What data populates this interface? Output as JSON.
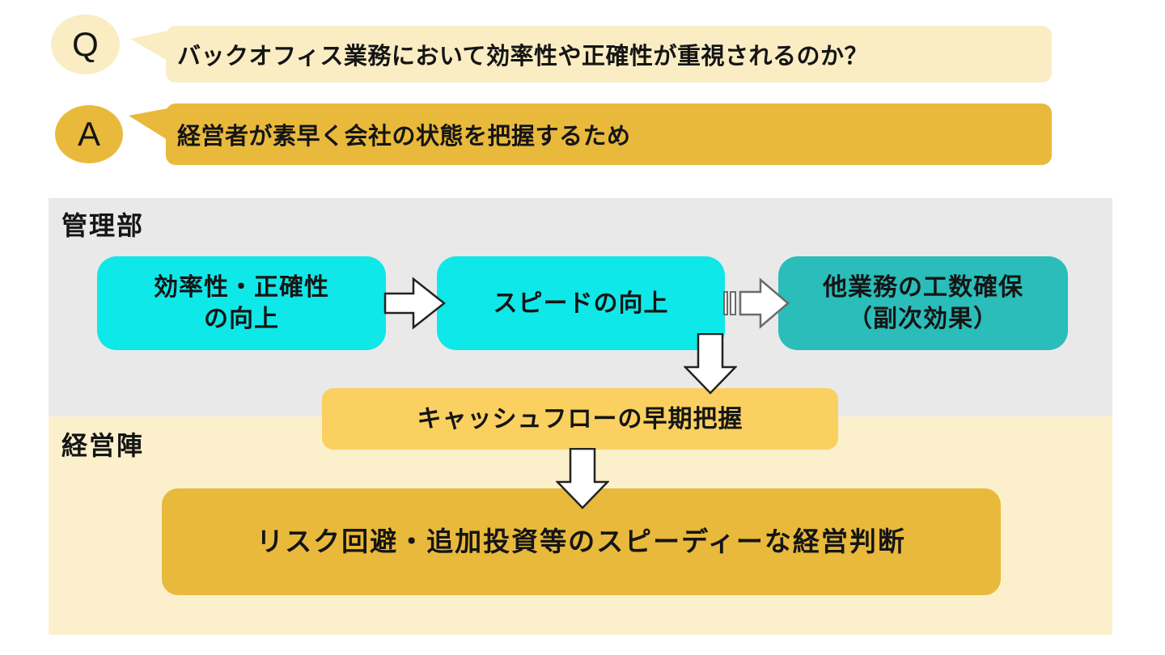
{
  "qa": {
    "q_badge": "Q",
    "q_text": "バックオフィス業務において効率性や正確性が重視されるのか？",
    "a_badge": "A",
    "a_text": "経営者が素早く会社の状態を把握するため"
  },
  "sections": {
    "management_label": "管理部",
    "executive_label": "経営陣"
  },
  "flow": {
    "efficiency_line1": "効率性・正確性",
    "efficiency_line2": "の向上",
    "speed": "スピードの向上",
    "side_effect_line1": "他業務の工数確保",
    "side_effect_line2": "（副次効果）",
    "cashflow": "キャッシュフローの早期把握",
    "decision": "リスク回避・追加投資等のスピーディーな経営判断"
  },
  "colors": {
    "cream": "#FAEDC4",
    "band_yellow": "#FCF0CC",
    "gold": "#E9B93C",
    "cashflow_gold": "#FAD061",
    "cyan": "#0FE8E8",
    "teal": "#2ABDB9",
    "gray_band": "#E9E9E9"
  }
}
